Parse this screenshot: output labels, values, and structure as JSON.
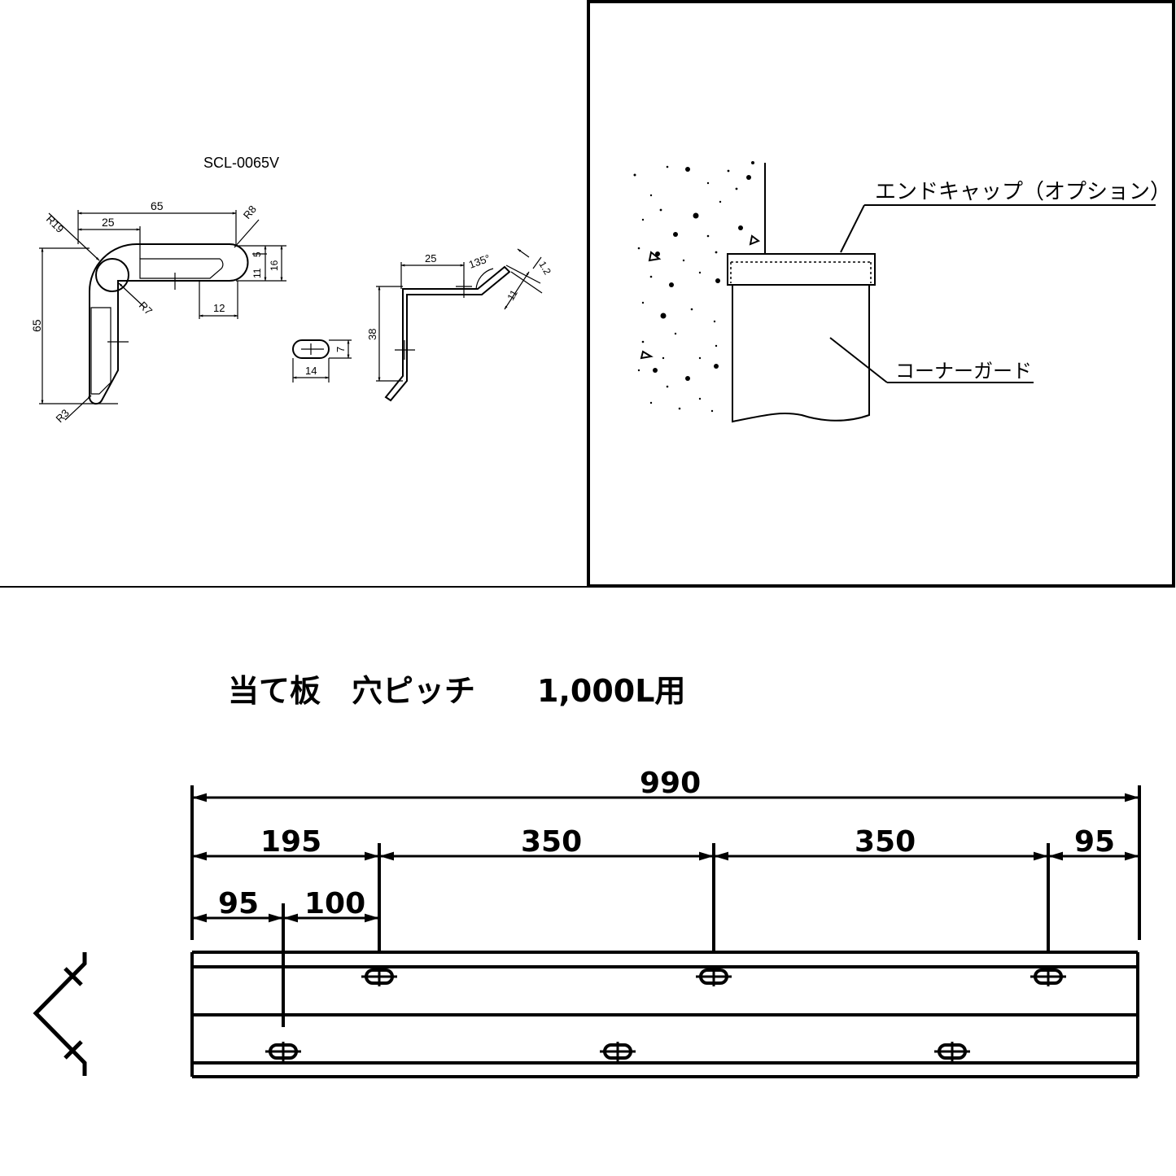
{
  "profile": {
    "model": "SCL-0065V",
    "dims": {
      "width_65": "65",
      "inner_25": "25",
      "height_65": "65",
      "r19": "R19",
      "r8": "R8",
      "r7": "R7",
      "r3": "R3",
      "d12": "12",
      "d11": "11",
      "d5": "5",
      "d16": "16"
    }
  },
  "slot": {
    "length": "14",
    "width": "7"
  },
  "bracket": {
    "d25": "25",
    "angle": "135°",
    "d38": "38",
    "d1_2": "1.2",
    "d11": "11"
  },
  "install": {
    "end_cap_label": "エンドキャップ（オプション）",
    "corner_guard_label": "コーナーガード"
  },
  "plate": {
    "title": "当て板　穴ピッチ　　1,000L用",
    "overall": "990",
    "segments_top": [
      "195",
      "350",
      "350",
      "95"
    ],
    "segments_bottom": [
      "95",
      "100"
    ]
  }
}
